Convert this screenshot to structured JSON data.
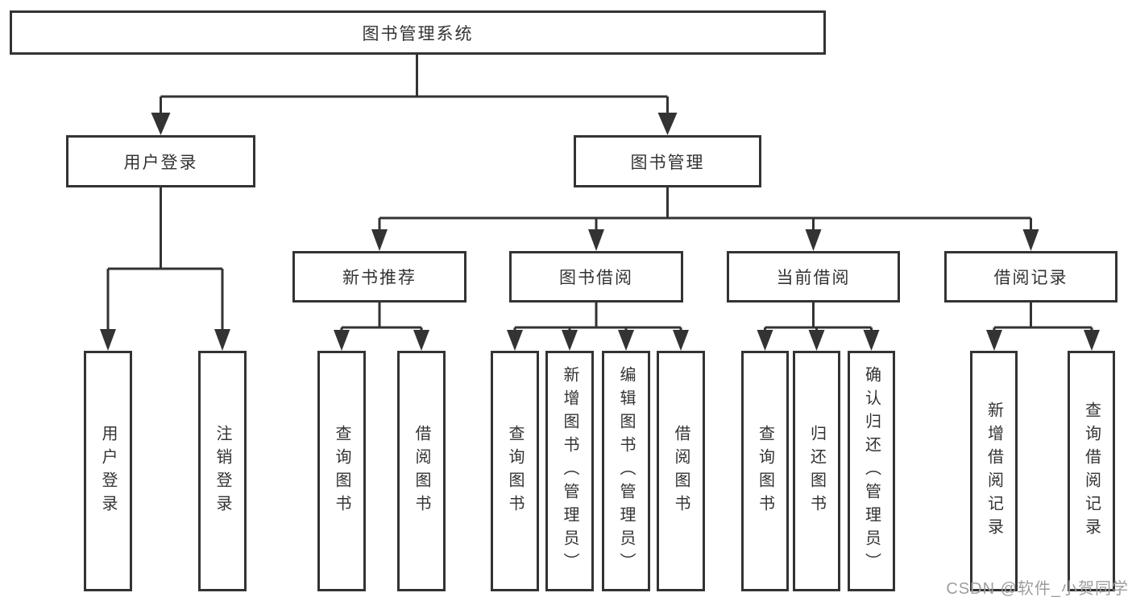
{
  "page": {
    "watermark": "CSDN @软件_小贺同学"
  },
  "colors": {
    "line": "#333333",
    "box_background": "#ffffff",
    "text": "#333333",
    "watermark": "#9e9e9e"
  },
  "tree": {
    "label": "图书管理系统",
    "children": [
      {
        "label": "用户登录",
        "children": [
          {
            "label": "用户登录"
          },
          {
            "label": "注销登录"
          }
        ]
      },
      {
        "label": "图书管理",
        "children": [
          {
            "label": "新书推荐",
            "children": [
              {
                "label": "查询图书"
              },
              {
                "label": "借阅图书"
              }
            ]
          },
          {
            "label": "图书借阅",
            "children": [
              {
                "label": "查询图书"
              },
              {
                "label": "新增图书（管理员）"
              },
              {
                "label": "编辑图书（管理员）"
              },
              {
                "label": "借阅图书"
              }
            ]
          },
          {
            "label": "当前借阅",
            "children": [
              {
                "label": "查询图书"
              },
              {
                "label": "归还图书"
              },
              {
                "label": "确认归还（管理员）"
              }
            ]
          },
          {
            "label": "借阅记录",
            "children": [
              {
                "label": "新增借阅记录"
              },
              {
                "label": "查询借阅记录"
              }
            ]
          }
        ]
      }
    ]
  }
}
